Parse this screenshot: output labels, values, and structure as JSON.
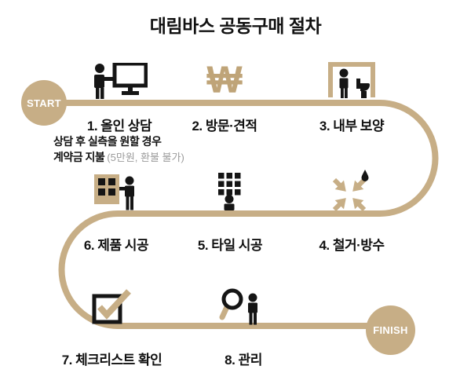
{
  "title": "대림바스 공동구매 절차",
  "badges": {
    "start": "START",
    "finish": "FINISH"
  },
  "note": {
    "line1": "상담 후 실측을 원할 경우",
    "line2_bold": "계약금 지불",
    "line2_note": "(5만원, 환불 불가)"
  },
  "steps": [
    {
      "label": "1. 올인 상담",
      "icon": "consultation-desk-icon"
    },
    {
      "label": "2. 방문·견적",
      "icon": "won-currency-icon",
      "glyph": "₩"
    },
    {
      "label": "3. 내부 보양",
      "icon": "interior-protection-icon"
    },
    {
      "label": "4. 철거·방수",
      "icon": "demolition-waterproofing-icon"
    },
    {
      "label": "5. 타일 시공",
      "icon": "tile-construction-icon"
    },
    {
      "label": "6. 제품 시공",
      "icon": "product-construction-icon"
    },
    {
      "label": "7. 체크리스트 확인",
      "icon": "checklist-check-icon"
    },
    {
      "label": "8. 관리",
      "icon": "inspection-magnifier-icon"
    }
  ],
  "colors": {
    "path_tan": "#c7ae86",
    "won_gold": "#bfa478",
    "icon_black": "#151515",
    "text_black": "#111111",
    "note_gray": "#9b9b9b",
    "badge_text": "#ffffff"
  }
}
